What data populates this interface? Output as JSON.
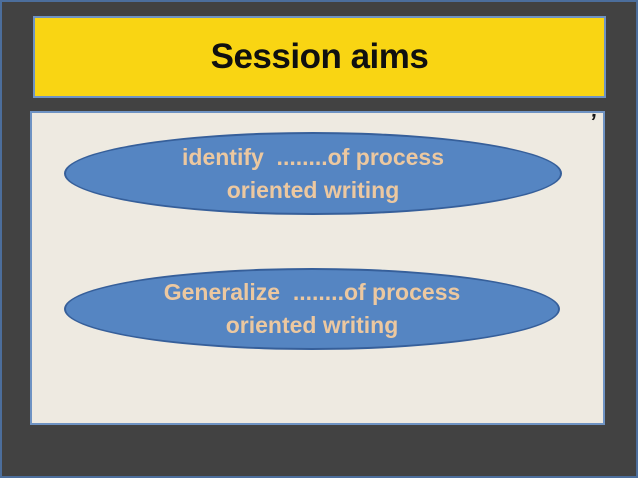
{
  "slide": {
    "title": "Session aims",
    "stray_mark": "’",
    "aims": [
      {
        "line1": "identify  ........of process",
        "line2": "oriented writing"
      },
      {
        "line1": "Generalize  ........of process",
        "line2": "oriented writing"
      }
    ]
  },
  "colors": {
    "background": "#424242",
    "outer_border": "#4c6e9c",
    "banner_fill": "#f9d513",
    "banner_border": "#6f93c3",
    "banner_text": "#101010",
    "panel_fill": "#eeeae1",
    "panel_border": "#6f93c3",
    "ellipse_fill": "#5585c2",
    "ellipse_border": "#365f9a",
    "ellipse_text": "#ecc8a0"
  }
}
